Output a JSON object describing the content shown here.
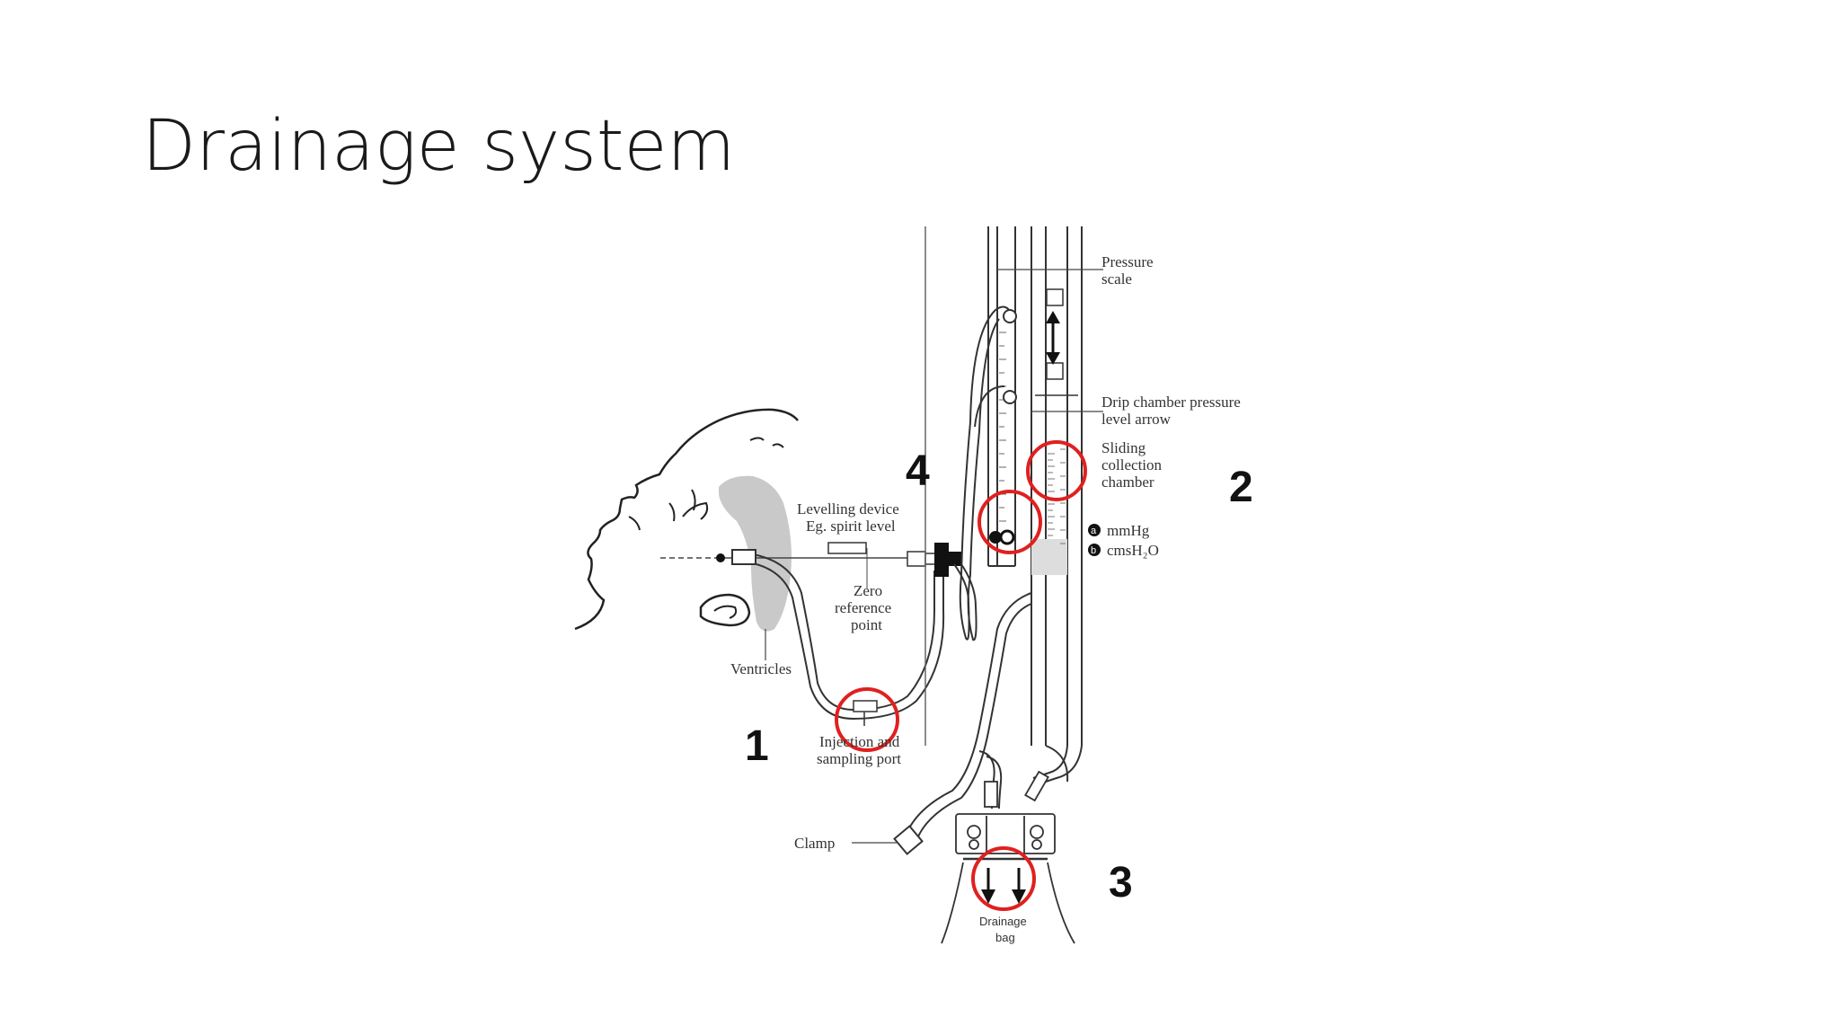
{
  "slide": {
    "title": "Drainage system"
  },
  "diagram": {
    "labels": {
      "pressure_scale": [
        "Pressure",
        "scale"
      ],
      "drip_chamber": [
        "Drip chamber pressure",
        "level arrow"
      ],
      "sliding_chamber": [
        "Sliding",
        "collection",
        "chamber"
      ],
      "mmhg": "mmHg",
      "cmh2o": "cmsH₂O",
      "legend_a": "a",
      "legend_b": "b",
      "levelling": [
        "Levelling device",
        "Eg. spirit level"
      ],
      "zero_ref": [
        "Zero",
        "reference",
        "point"
      ],
      "ventricles": "Ventricles",
      "injection": [
        "Injection and",
        "sampling port"
      ],
      "clamp": "Clamp",
      "drainage_bag": [
        "Drainage",
        "bag"
      ]
    },
    "markers": [
      "1",
      "2",
      "3",
      "4"
    ],
    "highlight_color": "#e02020"
  }
}
